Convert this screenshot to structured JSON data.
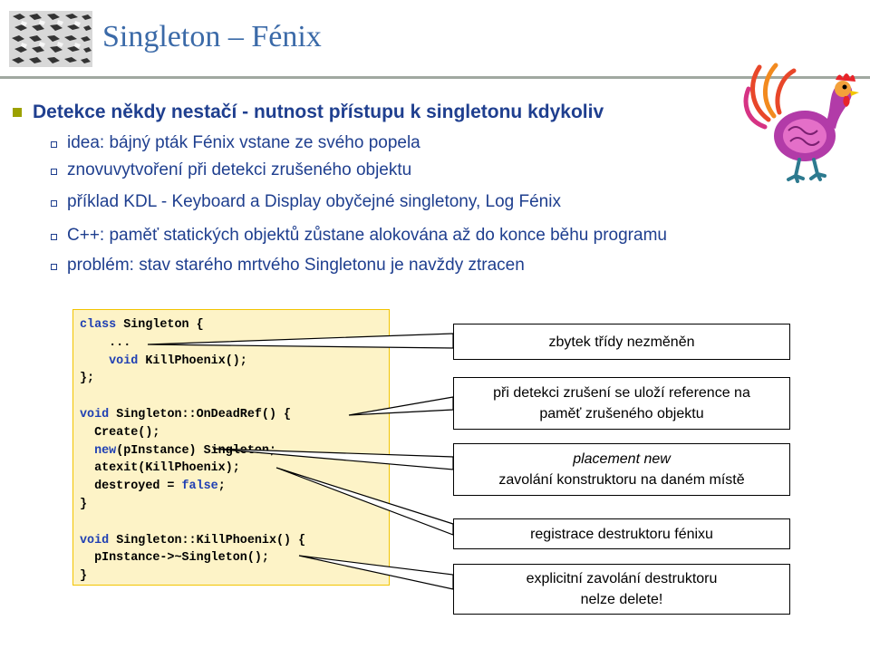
{
  "header": {
    "title": "Singleton – Fénix",
    "logo_icon": "escher-pattern-logo-icon",
    "illustration_icon": "phoenix-rooster-icon"
  },
  "main_bullet": "Detekce někdy nestačí - nutnost přístupu k singletonu kdykoliv",
  "sub_bullets": [
    "idea: bájný pták Fénix vstane ze svého popela",
    "znovuvytvoření při detekci zrušeného objektu",
    "příklad KDL - Keyboard a Display obyčejné singletony, Log Fénix",
    "C++: paměť statických objektů zůstane alokována až do konce běhu programu",
    "problém: stav starého mrtvého Singletonu je navždy ztracen"
  ],
  "code": {
    "line1_kw": "class",
    "line1_rest": " Singleton {",
    "line2": "    ...",
    "line3_kw": "    void",
    "line3_rest": " KillPhoenix();",
    "line4": "};",
    "line6_kw": "void",
    "line6_rest": " Singleton::OnDeadRef() {",
    "line7": "  Create();",
    "line8_kw": "  new",
    "line8_rest": "(pInstance) Singleton;",
    "line9": "  atexit(KillPhoenix);",
    "line10_pre": "  destroyed = ",
    "line10_kw": "false",
    "line10_post": ";",
    "line11": "}",
    "line13_kw": "void",
    "line13_rest": " Singleton::KillPhoenix() {",
    "line14": "  pInstance->~Singleton();",
    "line15": "}"
  },
  "callouts": {
    "c1": "zbytek třídy nezměněn",
    "c2_line1": "při detekci zrušení se uloží reference na",
    "c2_line2": "paměť zrušeného objektu",
    "c3_line1": "placement new",
    "c3_line2": "zavolání konstruktoru na daném místě",
    "c4": "registrace destruktoru fénixu",
    "c5_line1": "explicitní zavolání destruktoru",
    "c5_line2": "nelze delete!"
  },
  "colors": {
    "title": "#3b6aa8",
    "text": "#1f3f8f",
    "bullet": "#9ca100",
    "code_bg": "#fdf3c7",
    "code_border": "#f2c400",
    "keyword": "#1f3fb3"
  }
}
